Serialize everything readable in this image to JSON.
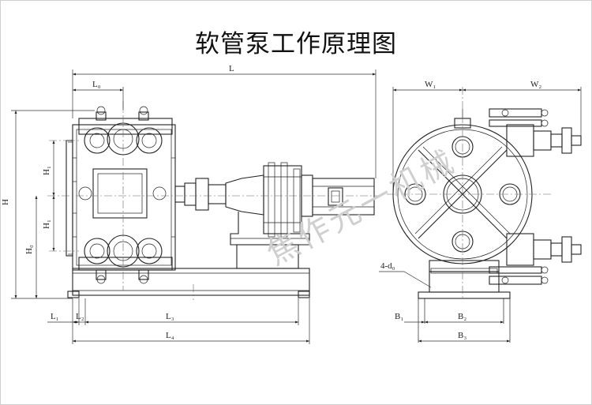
{
  "title": "软管泵工作原理图",
  "watermark": "焦作元一机械",
  "labels": {
    "L": "L",
    "L0": "L₀",
    "L1": "L₁",
    "L2": "L₂",
    "L3": "L₃",
    "L4": "L₄",
    "H": "H",
    "H0": "H₀",
    "H1a": "H₁",
    "H1b": "H₁",
    "W1": "W₁",
    "W2": "W₂",
    "B1": "B₁",
    "B2": "B₂",
    "B3": "B₃",
    "d0": "4-d₀"
  }
}
